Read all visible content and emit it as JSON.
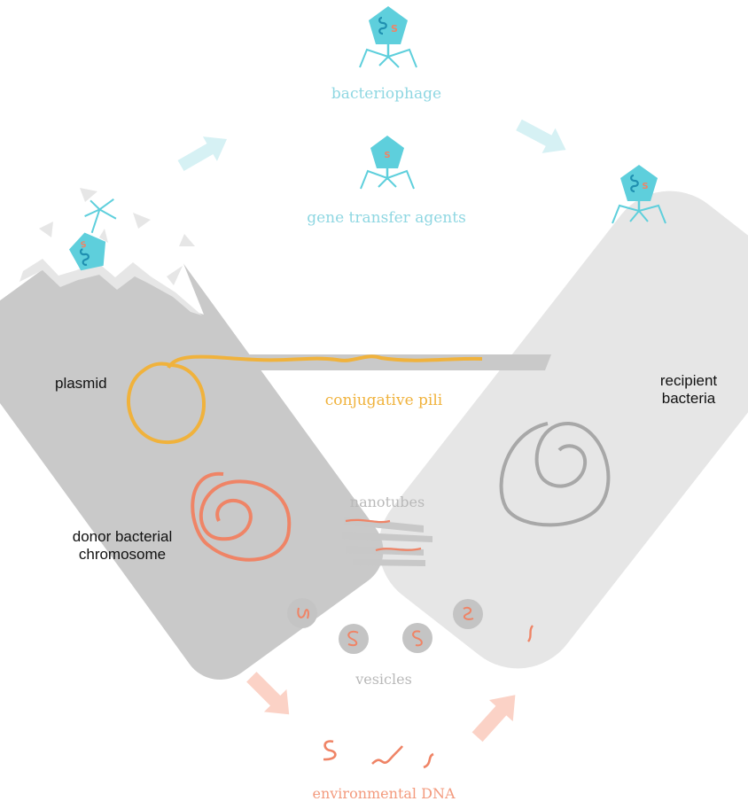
{
  "colors": {
    "phage": "#5ecfdc",
    "phage_text": "#8fd7e2",
    "pili": "#f0b23c",
    "dna": "#ef8466",
    "donor_cell": "#c9c9c9",
    "recipient_cell": "#e6e6e6",
    "arrow_top": "#d6f1f4",
    "arrow_bottom": "#fbd2c6",
    "grey_text": "#b9b9b9",
    "env_text": "#f39a7d"
  },
  "labels": {
    "bacteriophage": "bacteriophage",
    "gene_transfer_agents": "gene transfer agents",
    "plasmid": "plasmid",
    "conjugative_pili": "conjugative pili",
    "recipient_line1": "recipient",
    "recipient_line2": "bacteria",
    "nanotubes": "nanotubes",
    "donor_line1": "donor bacterial",
    "donor_line2": "chromosome",
    "vesicles": "vesicles",
    "environmental_dna": "environmental DNA"
  },
  "icons": {
    "phage_top": "bacteriophage-icon",
    "gta": "gene-transfer-agent-icon",
    "phage_recipient": "bacteriophage-icon",
    "phage_lysing": "bacteriophage-icon"
  }
}
